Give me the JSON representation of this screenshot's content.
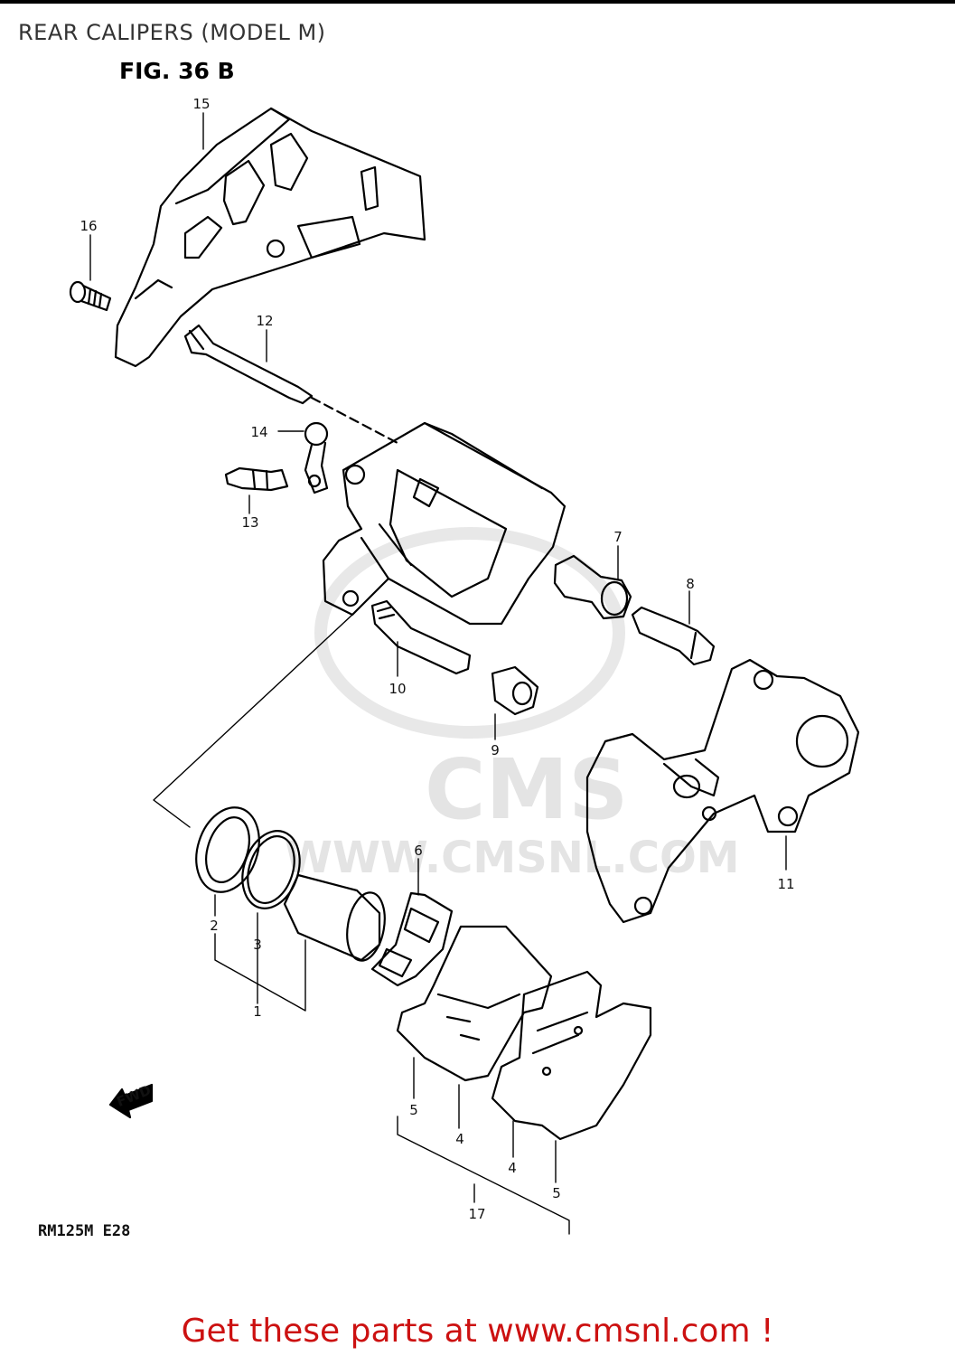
{
  "page_title": "REAR CALIPERS (MODEL M)",
  "figure_label": "FIG. 36 B",
  "model_code": "RM125M E28",
  "cta_text": "Get these parts at www.cmsnl.com !",
  "watermark": {
    "logo_text": "CMS",
    "url_text": "WWW.CMSNL.COM"
  },
  "fwd_label": "FWD",
  "callouts": {
    "c1": "1",
    "c2": "2",
    "c3": "3",
    "c4a": "4",
    "c4b": "4",
    "c5a": "5",
    "c5b": "5",
    "c6": "6",
    "c7": "7",
    "c8": "8",
    "c9": "9",
    "c10": "10",
    "c11": "11",
    "c12": "12",
    "c13": "13",
    "c14": "14",
    "c15": "15",
    "c16": "16",
    "c17": "17"
  }
}
